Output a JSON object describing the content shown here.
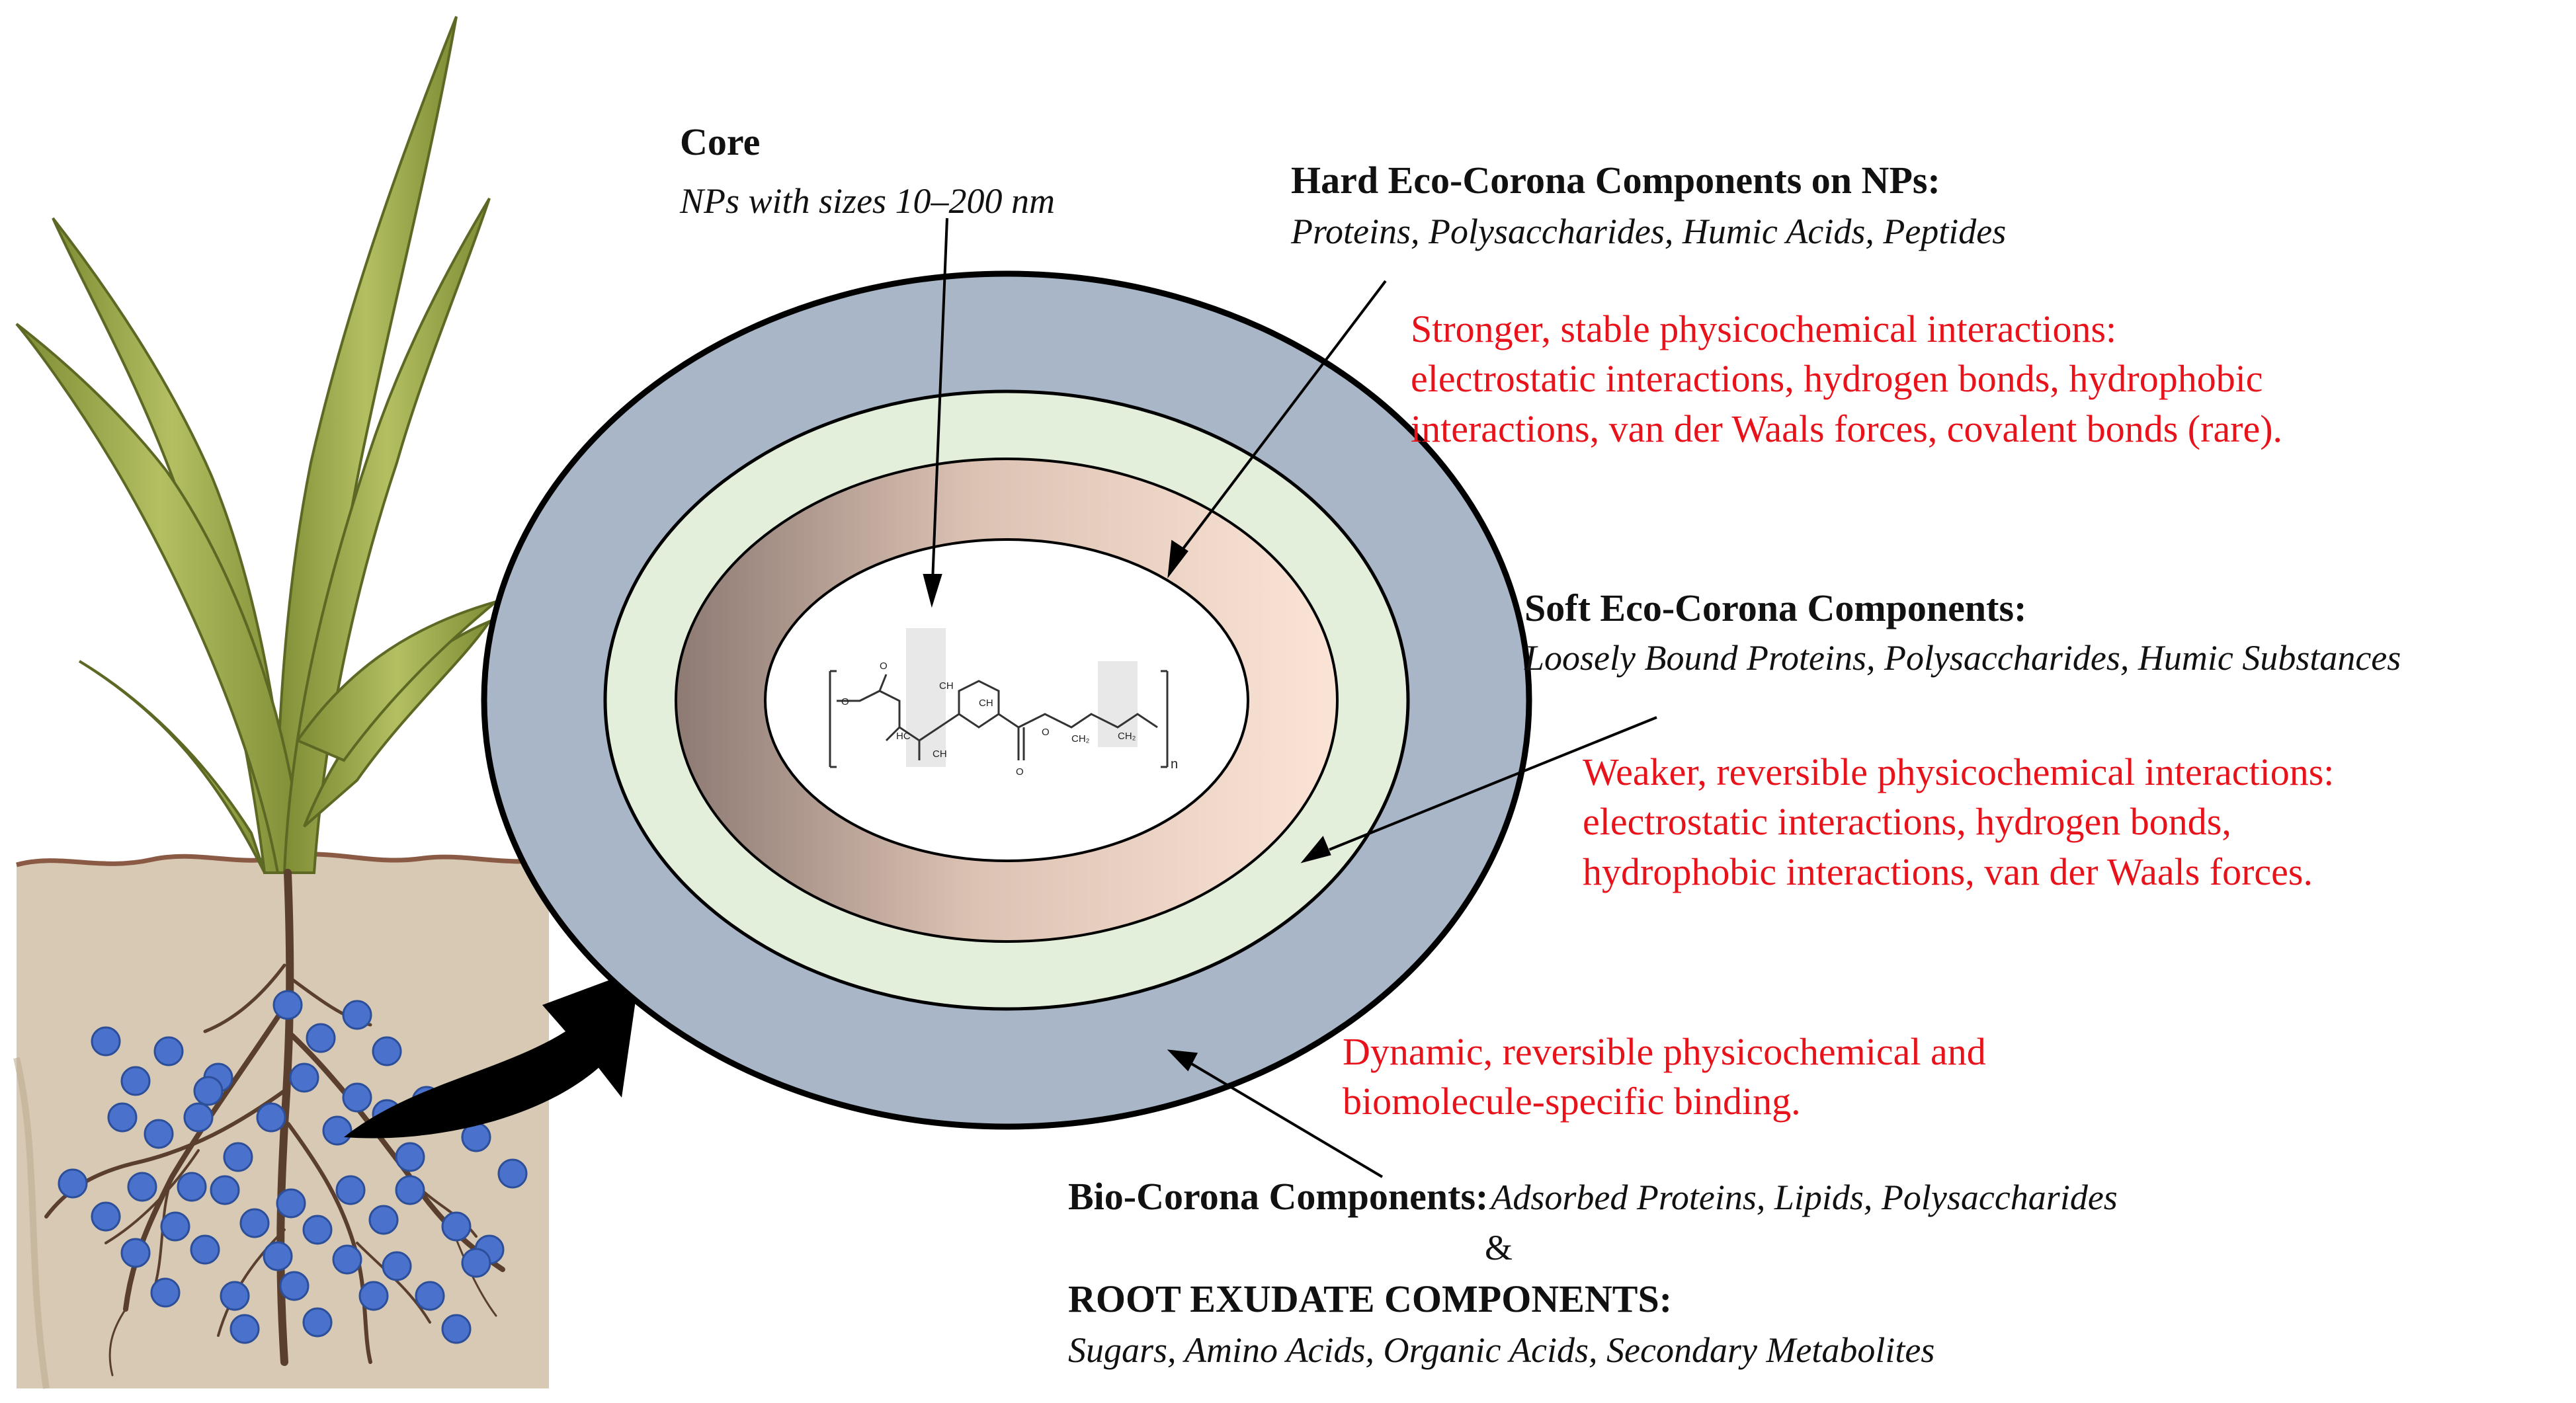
{
  "core": {
    "title": "Core",
    "subtitle": "NPs with sizes 10–200 nm"
  },
  "hard_corona": {
    "title": "Hard Eco-Corona Components on NPs:",
    "components": "Proteins, Polysaccharides, Humic Acids, Peptides",
    "interactions": [
      "Stronger, stable physicochemical interactions:",
      "electrostatic interactions, hydrogen bonds, hydrophobic",
      "interactions, van der Waals forces, covalent bonds (rare)."
    ]
  },
  "soft_corona": {
    "title": "Soft Eco-Corona Components:",
    "components": "Loosely Bound Proteins, Polysaccharides, Humic Substances",
    "interactions": [
      "Weaker, reversible physicochemical interactions:",
      "electrostatic interactions, hydrogen bonds,",
      "hydrophobic interactions, van der Waals forces."
    ]
  },
  "bio_corona": {
    "interactions": [
      "Dynamic, reversible physicochemical and",
      "biomolecule-specific binding."
    ],
    "title": "Bio-Corona Components:",
    "components": "Adsorbed Proteins, Lipids, Polysaccharides",
    "ampersand": "&",
    "root_title": "ROOT EXUDATE COMPONENTS:",
    "root_components": "Sugars, Amino Acids, Organic Acids, Secondary Metabolites"
  },
  "structure_labels": {
    "ch_a": "CH",
    "ch_b": "CH",
    "hc": "HC",
    "ch_c": "CH",
    "o_a": "O",
    "o_b": "O",
    "o_c": "O",
    "o_d": "O",
    "ch2_a": "CH₂",
    "ch2_b": "CH₂",
    "n": "n"
  },
  "colors": {
    "outer_ring": "#a9b6c8",
    "middle_ring": "#e3eedb",
    "inner_ring_dark": "#8e7c75",
    "inner_ring_light": "#f9e2d4",
    "core": "#ffffff",
    "soil": "#d6c8b2",
    "nanoparticle": "#4a72cc",
    "leaf": "#9aa84c",
    "root": "#5a4030",
    "annotation_red": "#e8121b",
    "arrow": "#000000"
  }
}
